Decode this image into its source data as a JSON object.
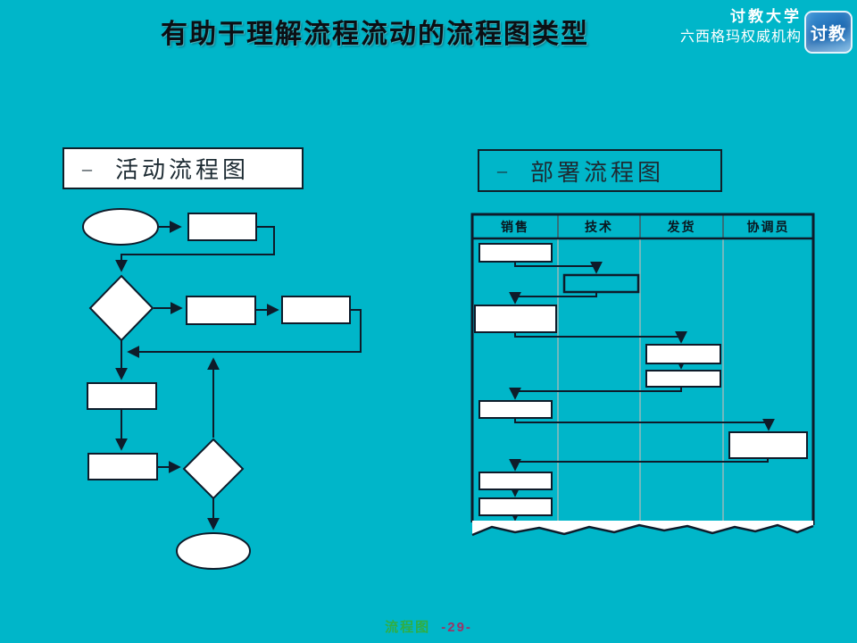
{
  "slide": {
    "title": "有助于理解流程流动的流程图类型"
  },
  "brand": {
    "line1": "讨教大学",
    "line2": "六西格玛权威机构",
    "logo_text": "讨教"
  },
  "sections": {
    "left": {
      "bullet": "–",
      "label": "活动流程图",
      "flowchart": {
        "type": "activity-flowchart",
        "nodes": [
          {
            "id": "start",
            "shape": "terminator-ellipse"
          },
          {
            "id": "p1",
            "shape": "process"
          },
          {
            "id": "d1",
            "shape": "decision"
          },
          {
            "id": "p2",
            "shape": "process"
          },
          {
            "id": "p3",
            "shape": "process"
          },
          {
            "id": "p4",
            "shape": "process"
          },
          {
            "id": "p5",
            "shape": "process"
          },
          {
            "id": "d2",
            "shape": "decision"
          },
          {
            "id": "end",
            "shape": "terminator-ellipse"
          }
        ],
        "edges": [
          {
            "from": "start",
            "to": "p1"
          },
          {
            "from": "p1",
            "to": "d1"
          },
          {
            "from": "d1",
            "to": "p2"
          },
          {
            "from": "p2",
            "to": "p3"
          },
          {
            "from": "p3",
            "to": "d1",
            "style": "feedback-left"
          },
          {
            "from": "d1",
            "to": "p4"
          },
          {
            "from": "p4",
            "to": "p5"
          },
          {
            "from": "p5",
            "to": "d2"
          },
          {
            "from": "d2",
            "to": "d1",
            "style": "feedback-up"
          },
          {
            "from": "d2",
            "to": "end"
          }
        ]
      }
    },
    "right": {
      "bullet": "–",
      "label": "部署流程图",
      "deployment": {
        "type": "deployment-flowchart",
        "lanes": [
          "销售",
          "技术",
          "发货",
          "协调员"
        ],
        "steps": [
          {
            "seq": 1,
            "lane": "销售"
          },
          {
            "seq": 2,
            "lane": "技术"
          },
          {
            "seq": 3,
            "lane": "销售"
          },
          {
            "seq": 4,
            "lane": "发货"
          },
          {
            "seq": 5,
            "lane": "发货"
          },
          {
            "seq": 6,
            "lane": "销售"
          },
          {
            "seq": 7,
            "lane": "协调员"
          },
          {
            "seq": 8,
            "lane": "销售"
          },
          {
            "seq": 9,
            "lane": "销售"
          }
        ],
        "torn_bottom_edge": true
      }
    }
  },
  "footer": {
    "doc_label": "流程图",
    "page_label": "-29-"
  },
  "colors": {
    "background": "#00b6c9",
    "line": "#0e1b2a",
    "shape_fill": "#ffffff",
    "lane_divider": "#95b9bb",
    "lane_divider_header": "#43595f",
    "footer_green": "#2fae44",
    "footer_maroon": "#9c3366",
    "logo_blue": "#1b67b0",
    "brand_text": "#ffffff",
    "title_text": "#0b0f14"
  }
}
